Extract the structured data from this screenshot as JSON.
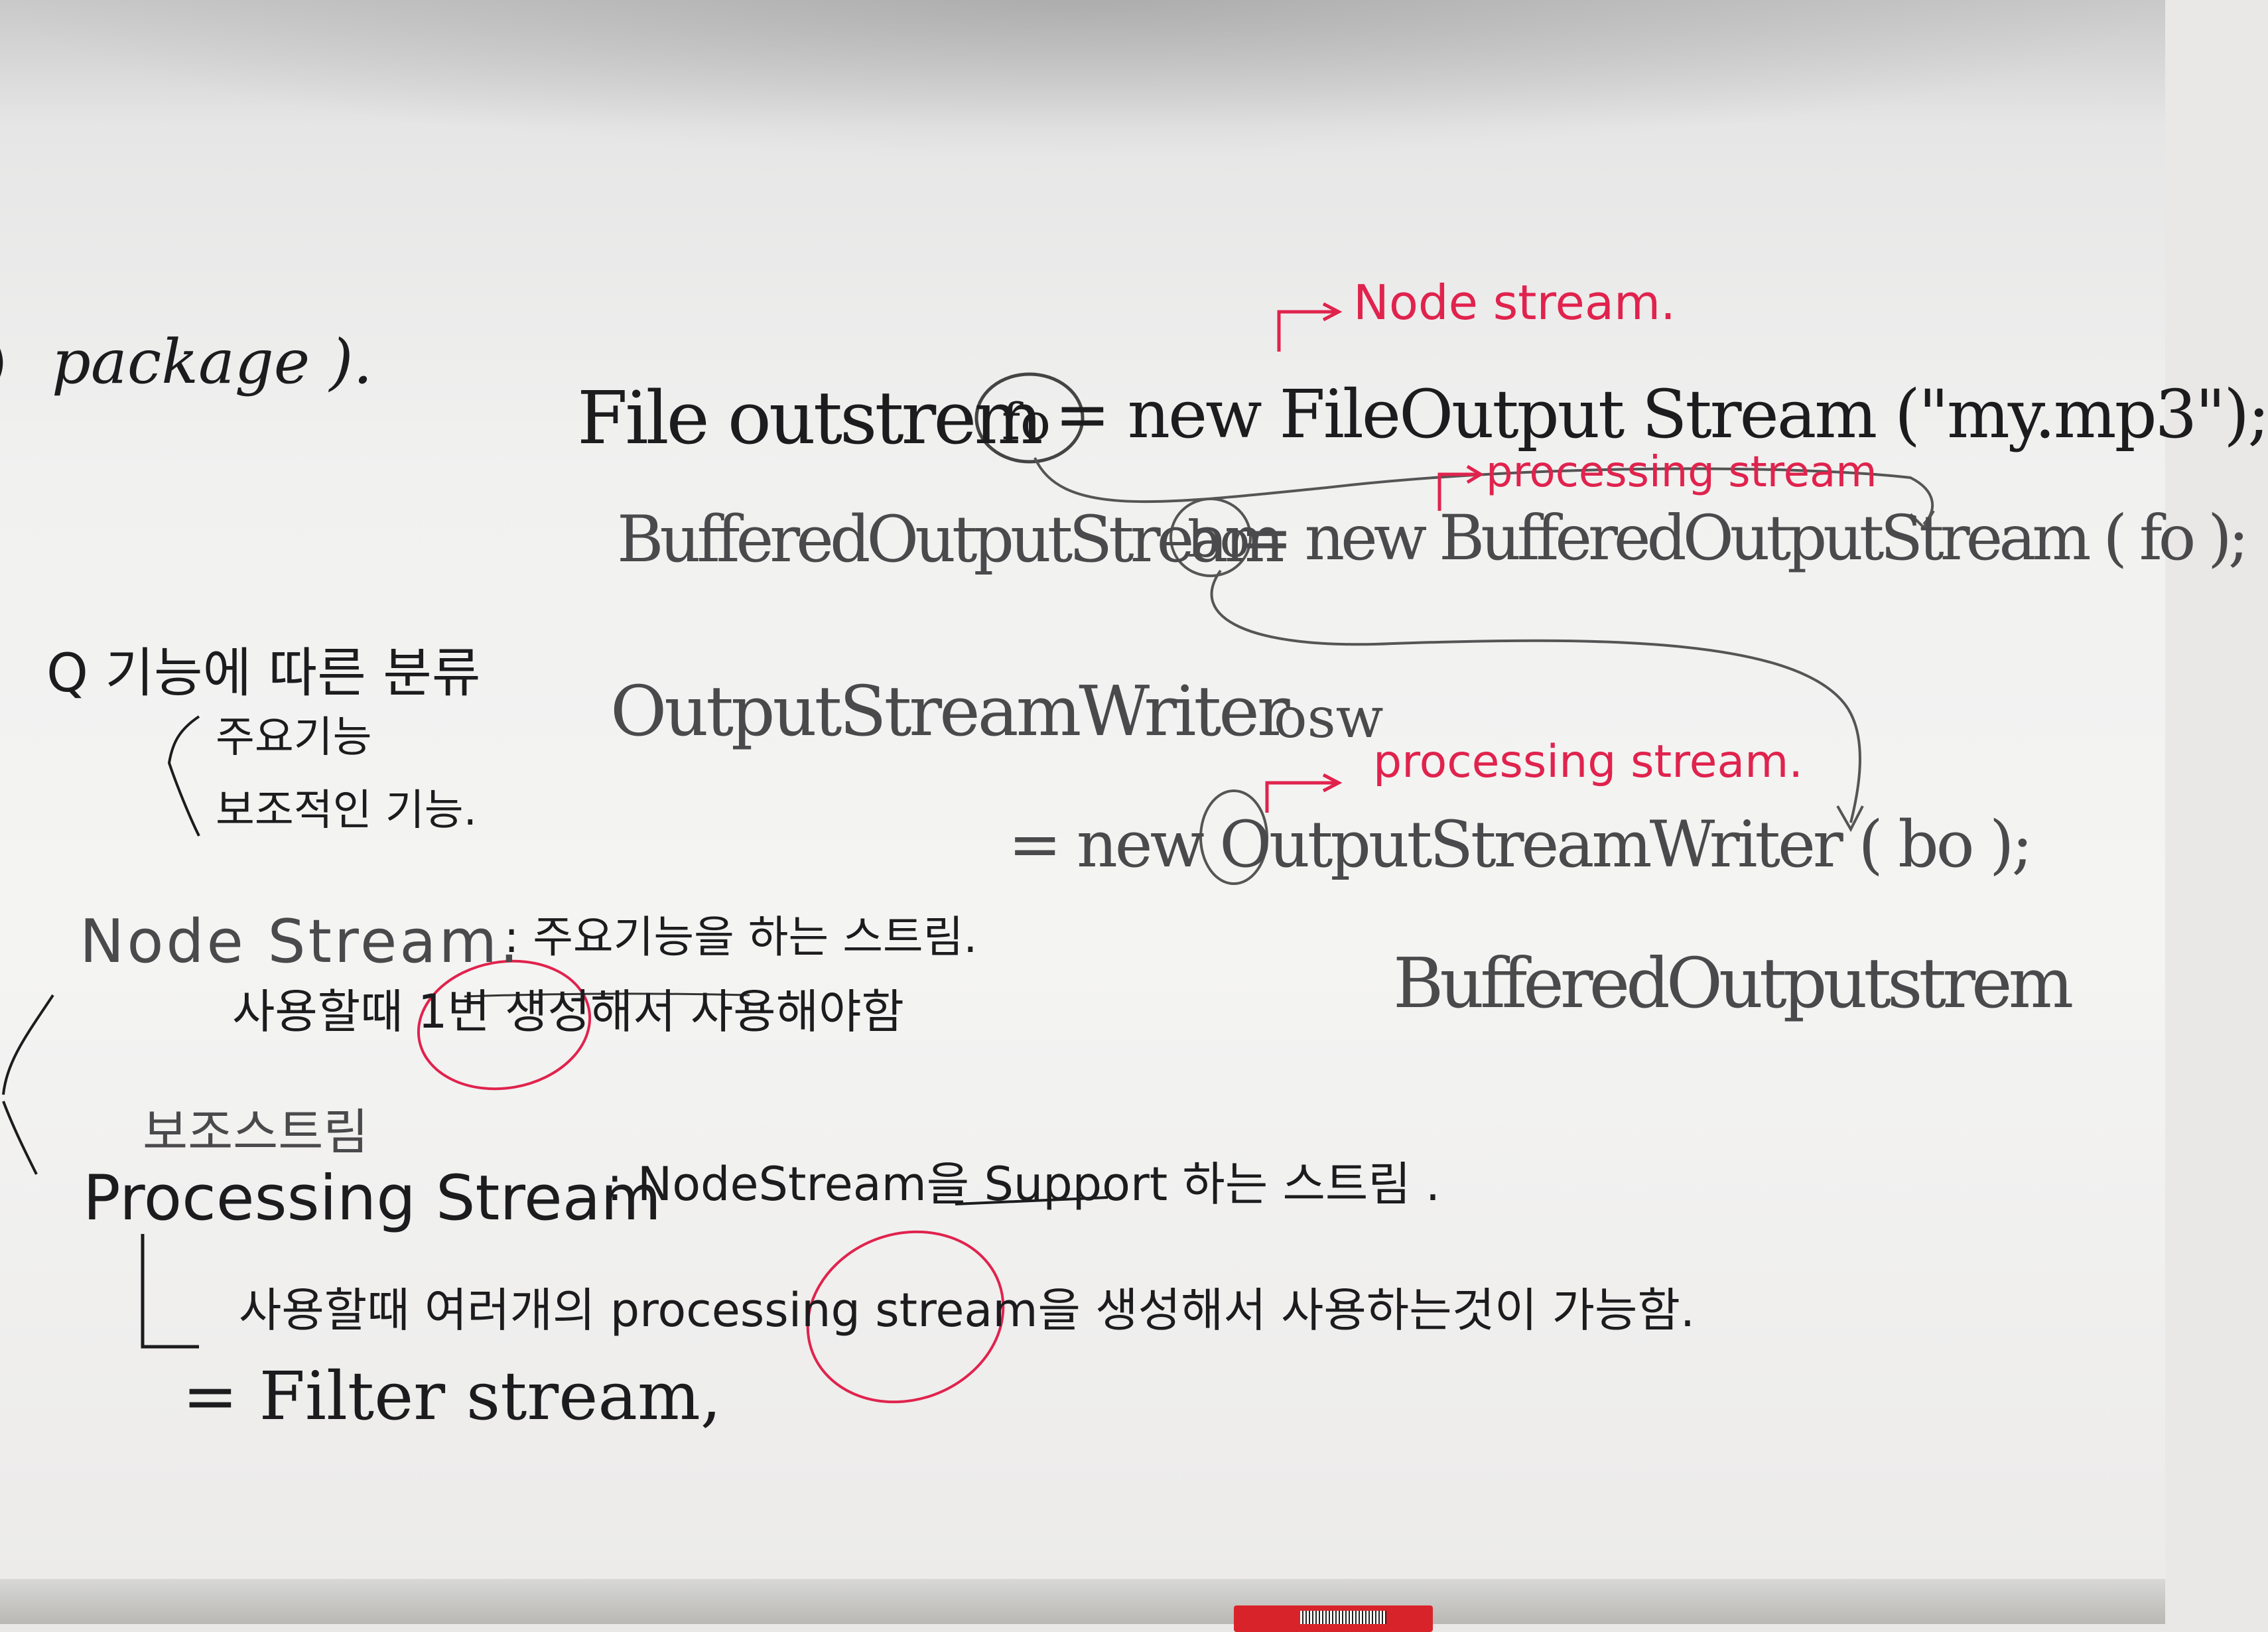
{
  "board": {
    "left_edge": ")",
    "package": "package ).",
    "top_annotation": "Node stream.",
    "code1_type": "File outstrem",
    "code1_var": "fo",
    "code1_rhs": "= new FileOutput Stream (\"my.mp3\");",
    "ann_processing_1": "processing stream",
    "code2_type": "BufferedOutputStream",
    "code2_var": "bo",
    "code2_rhs": "= new BufferedOutputStream ( fo );",
    "code3_type": "OutputStreamWriter",
    "code3_var": "osw",
    "ann_processing_2": "processing stream.",
    "code3_rhs": "= new OutputStreamWriter ( bo );",
    "buffered_alone": "BufferedOutputstrem",
    "q_heading": "Q 기능에 따른 분류",
    "q_item1": "주요기능",
    "q_item2": "보조적인 기능.",
    "node_term": "Node Stream.",
    "node_def": ": 주요기능을 하는 스트림.",
    "node_usage": "사용할때 1번 생성해서 사용해야함",
    "aux_korean": "보조스트림",
    "proc_term": "Processing Stream",
    "proc_def": ": NodeStream을 Support 하는 스트림 .",
    "proc_usage": "사용할때 여러개의 processing stream을 생성해서 사용하는것이 가능함.",
    "filter_term": "= Filter stream,"
  },
  "colors": {
    "black_marker": "#1c1c1e",
    "gray_marker": "#4a4a4c",
    "red_marker": "#e0234d",
    "eraser": "#d9232a"
  }
}
